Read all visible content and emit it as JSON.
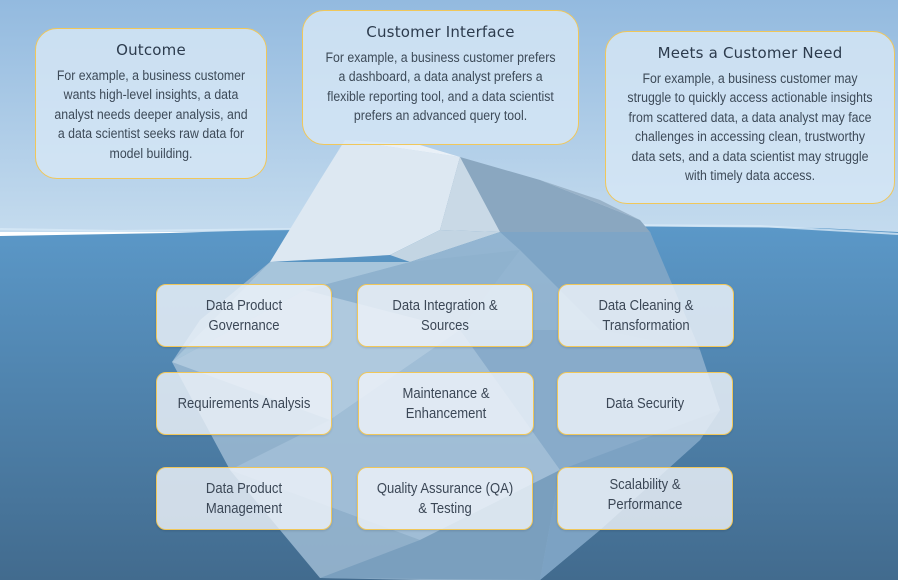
{
  "diagram": {
    "type": "iceberg",
    "colors": {
      "sky_top": "#93badf",
      "sky_bottom": "#c4dbee",
      "water_top": "#5b98c8",
      "water_bottom": "#426b8e",
      "card_border": "#f0c75a"
    },
    "above_water": [
      {
        "title": "Outcome",
        "body": "For example, a business customer wants high-level insights, a data analyst needs deeper analysis, and a data scientist seeks raw data for model building."
      },
      {
        "title": "Customer Interface",
        "body": "For example, a business customer prefers a dashboard, a data analyst prefers a flexible reporting tool, and a data scientist prefers an advanced query tool."
      },
      {
        "title": "Meets a Customer Need",
        "body": "For example, a business customer may struggle to quickly access actionable insights from scattered data, a data analyst may face challenges in accessing clean, trustworthy data sets, and a data scientist may struggle with timely data access."
      }
    ],
    "below_water": [
      "Data Product\nGovernance",
      "Data Integration &\nSources",
      "Data Cleaning &\nTransformation",
      "Requirements Analysis",
      "Maintenance &\nEnhancement",
      "Data Security",
      "Data Product\nManagement",
      "Quality Assurance (QA)\n& Testing",
      "Scalability &\nPerformance"
    ]
  }
}
